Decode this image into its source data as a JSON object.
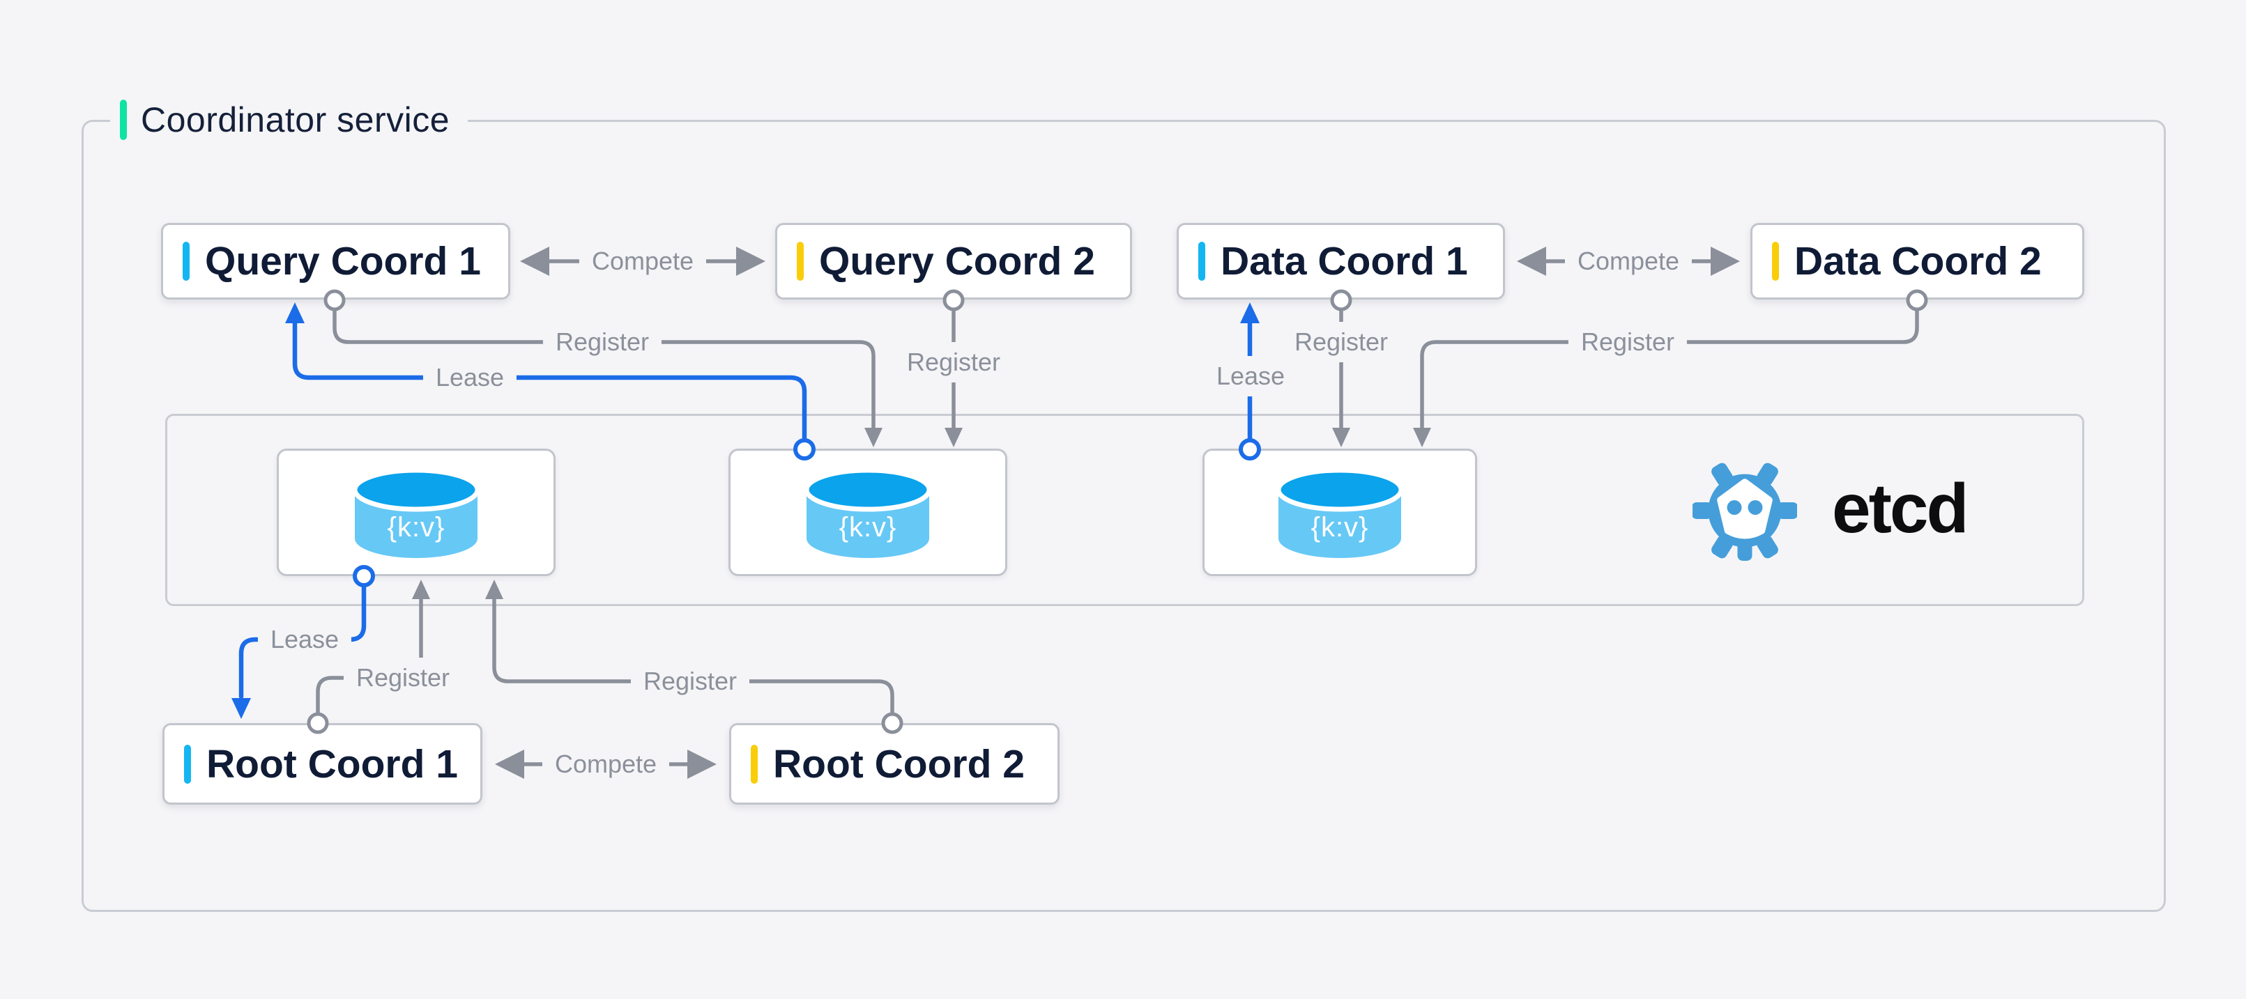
{
  "title": "Coordinator service",
  "labels": {
    "register": "Register",
    "lease": "Lease",
    "compete": "Compete"
  },
  "nodes": {
    "query1": {
      "label": "Query Coord 1",
      "accent": "cyan"
    },
    "query2": {
      "label": "Query Coord 2",
      "accent": "yellow"
    },
    "data1": {
      "label": "Data Coord 1",
      "accent": "cyan"
    },
    "data2": {
      "label": "Data Coord 2",
      "accent": "yellow"
    },
    "root1": {
      "label": "Root Coord 1",
      "accent": "cyan"
    },
    "root2": {
      "label": "Root Coord 2",
      "accent": "yellow"
    }
  },
  "etcd": {
    "name": "etcd",
    "kv": "{k:v}"
  },
  "colors": {
    "bg": "#f5f5f7",
    "ink": "#101c36",
    "grayLine": "#8a8f9a",
    "grayText": "#8b909b",
    "blue": "#1b6ce8",
    "cyan": "#14b6f1",
    "yellow": "#f9cd0a",
    "green": "#0fe3a3",
    "boxBorder": "#c2c5cc",
    "panelBorder": "#c9ccd2",
    "cylBody": "#66c8f5",
    "cylDisc": "#0aa3ec",
    "etcdBlue": "#459eda",
    "etcdInk": "#0d0d0f"
  }
}
